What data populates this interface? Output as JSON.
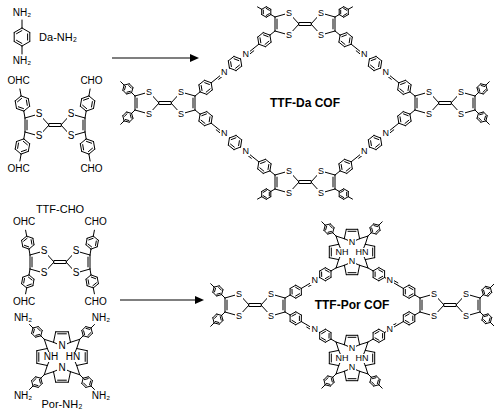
{
  "diagram": {
    "labels": [
      "Da-NH₂",
      "TTF-CHO",
      "Por-NH₂",
      "TTF-Da COF",
      "TTF-Por COF",
      "NH₂",
      "NH₂",
      "S",
      "S",
      "S",
      "S",
      "OHC",
      "CHO",
      "OHC",
      "CHO",
      "S",
      "S",
      "S",
      "S",
      "S",
      "S",
      "S",
      "S",
      "S",
      "S",
      "S",
      "S",
      "S",
      "S",
      "S",
      "S",
      "N",
      "N",
      "N",
      "N",
      "N",
      "N",
      "N",
      "N",
      "S",
      "S",
      "S",
      "S",
      "OHC",
      "CHO",
      "OHC",
      "CHO",
      "HN",
      "N",
      "NH",
      "N",
      "NH₂",
      "NH₂",
      "NH₂",
      "NH₂",
      "S",
      "S",
      "S",
      "S",
      "S",
      "S",
      "S",
      "S",
      "HN",
      "N",
      "NH",
      "N",
      "HN",
      "N",
      "NH",
      "N",
      "N",
      "N",
      "N",
      "N"
    ]
  }
}
